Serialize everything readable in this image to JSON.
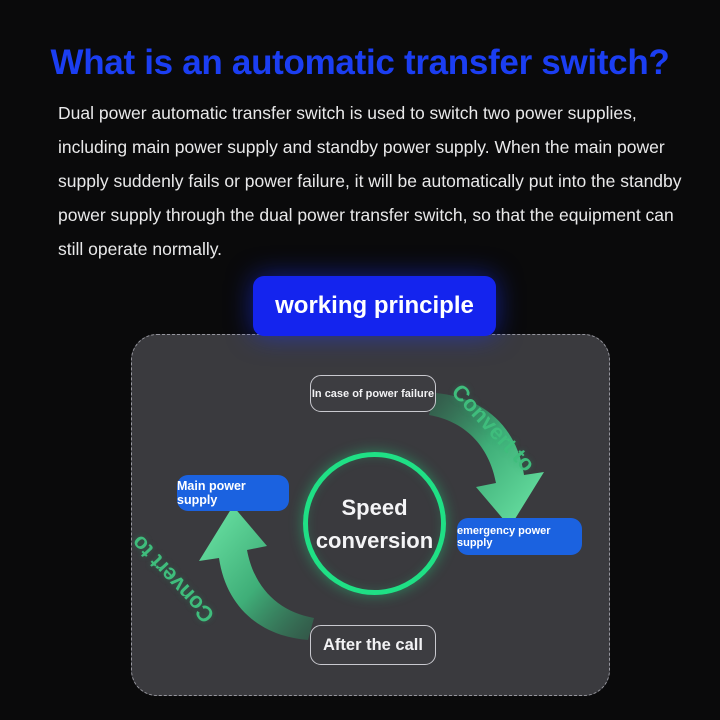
{
  "heading": {
    "title": "What is an automatic transfer switch?",
    "color": "#1b3ef2"
  },
  "intro": {
    "paragraph": "Dual power automatic transfer switch is used to switch two power supplies, including main power supply and standby power supply. When the main power supply suddenly fails or power failure, it will be automatically put into the standby power supply through the dual power transfer switch, so that the equipment can still operate normally."
  },
  "section": {
    "badge_label": "working principle",
    "badge_color": "#1424ee"
  },
  "diagram": {
    "panel_color": "#3a3a3e",
    "accent_green": "#1fe085",
    "arrow_green": "#3fbd7c",
    "blue_box_color": "#1b62e0",
    "center": {
      "line1": "Speed",
      "line2": "conversion"
    },
    "nodes": {
      "top_condition": "In case of power failure",
      "bottom_condition": "After the call",
      "left_source": "Main power supply",
      "right_source": "emergency power supply"
    },
    "arrows": [
      {
        "name": "top-right-arrow",
        "label": "Convert to",
        "direction": "down-right"
      },
      {
        "name": "bottom-left-arrow",
        "label": "Convert to",
        "direction": "up-left"
      }
    ]
  }
}
